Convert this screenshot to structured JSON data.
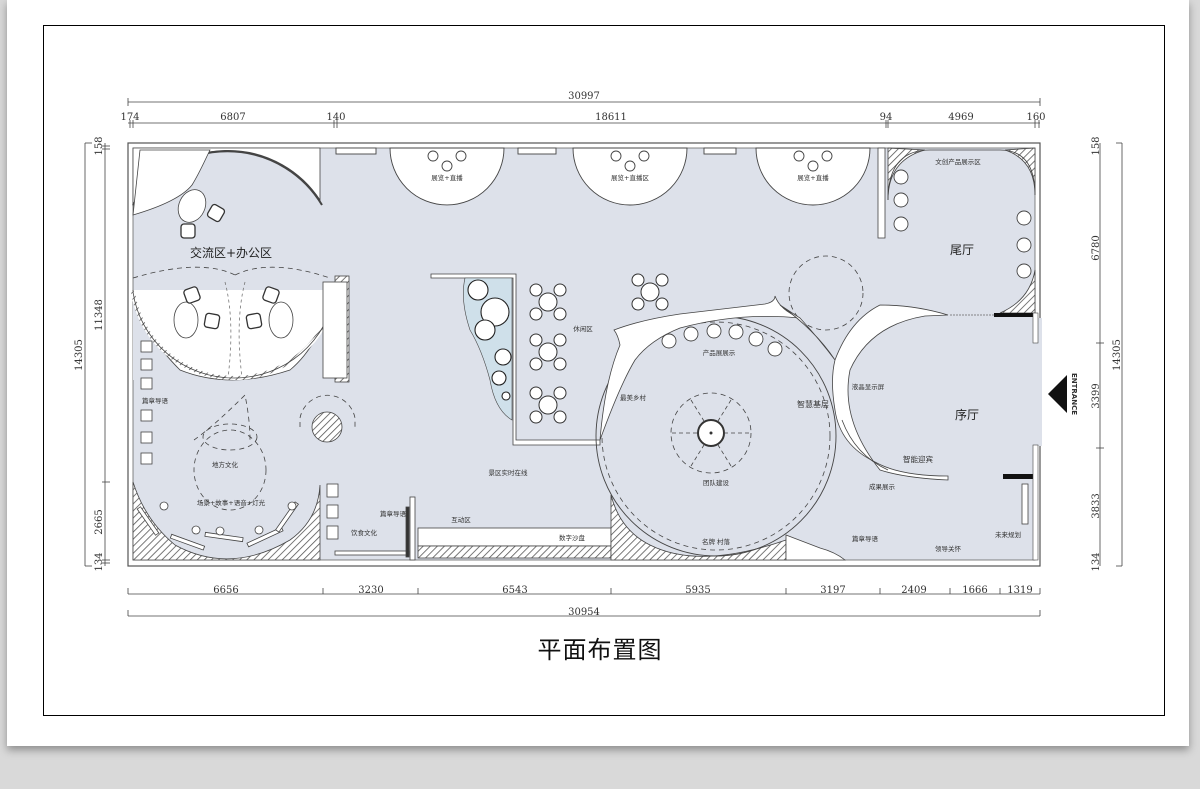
{
  "drawing": {
    "title": "平面布置图",
    "colors": {
      "floor": "#dde1ea",
      "wall": "#555555",
      "background": "#d9d9d9",
      "paper": "#ffffff"
    }
  },
  "dimensions": {
    "top_total": "30997",
    "top_segments": [
      "174",
      "6807",
      "140",
      "18611",
      "94",
      "4969",
      "160"
    ],
    "bottom_total": "30954",
    "bottom_segments": [
      "6656",
      "3230",
      "6543",
      "5935",
      "3197",
      "2409",
      "1666",
      "1319"
    ],
    "left_total": "14305",
    "left_segments": [
      "158",
      "11348",
      "2665",
      "134"
    ],
    "right_total": "14305",
    "right_segments": [
      "158",
      "6780",
      "3399",
      "3833",
      "134"
    ]
  },
  "entrance": {
    "label": "ENTRANCE",
    "icon": "arrow-left-icon"
  },
  "zones": {
    "exchange_office": "交流区+办公区",
    "tail_hall": "尾厅",
    "lobby": "序厅",
    "exhibit_live_1": "展览+直播",
    "exhibit_live_2": "展览+直播区",
    "exhibit_live_3": "展览+直播",
    "creative_products": "文创产品展示区",
    "chapter_guide_1": "篇章导语",
    "local_culture": "地方文化",
    "scene_story": "场景+故事+语音+灯光",
    "chapter_guide_2": "篇章导语",
    "food_culture": "饮食文化",
    "interactive": "互动区",
    "digital_sandtable": "数字沙盘",
    "scenic_live": "景区实时在线",
    "leisure": "休闲区",
    "product_display": "产品展展示",
    "beautiful_village": "最美乡村",
    "smart_grassroots": "智慧基层",
    "team_building": "团队建设",
    "famous_village": "名牌 村落",
    "lcd_screen": "液晶显示屏",
    "smart_welcome": "智能迎宾",
    "achievements": "成果展示",
    "chapter_guide_3": "篇章导语",
    "leadership_care": "领导关怀",
    "future_plan": "未来规划"
  }
}
